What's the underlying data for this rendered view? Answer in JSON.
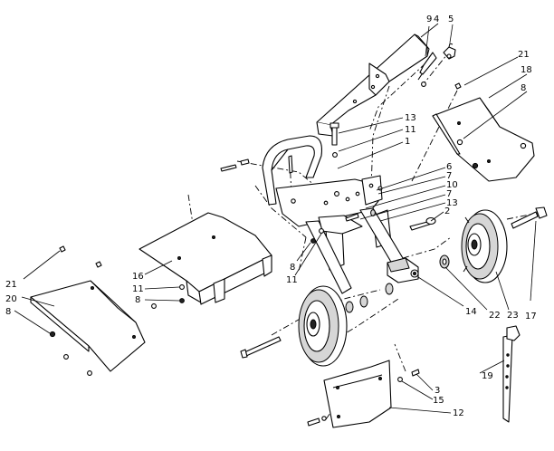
{
  "callouts": [
    "4",
    "9",
    "5",
    "21",
    "18",
    "8",
    "13",
    "11",
    "1",
    "6",
    "7",
    "10",
    "7",
    "13",
    "2",
    "8",
    "11",
    "16",
    "11",
    "8",
    "21",
    "20",
    "8",
    "17",
    "14",
    "22",
    "23",
    "19",
    "3",
    "15",
    "12"
  ]
}
